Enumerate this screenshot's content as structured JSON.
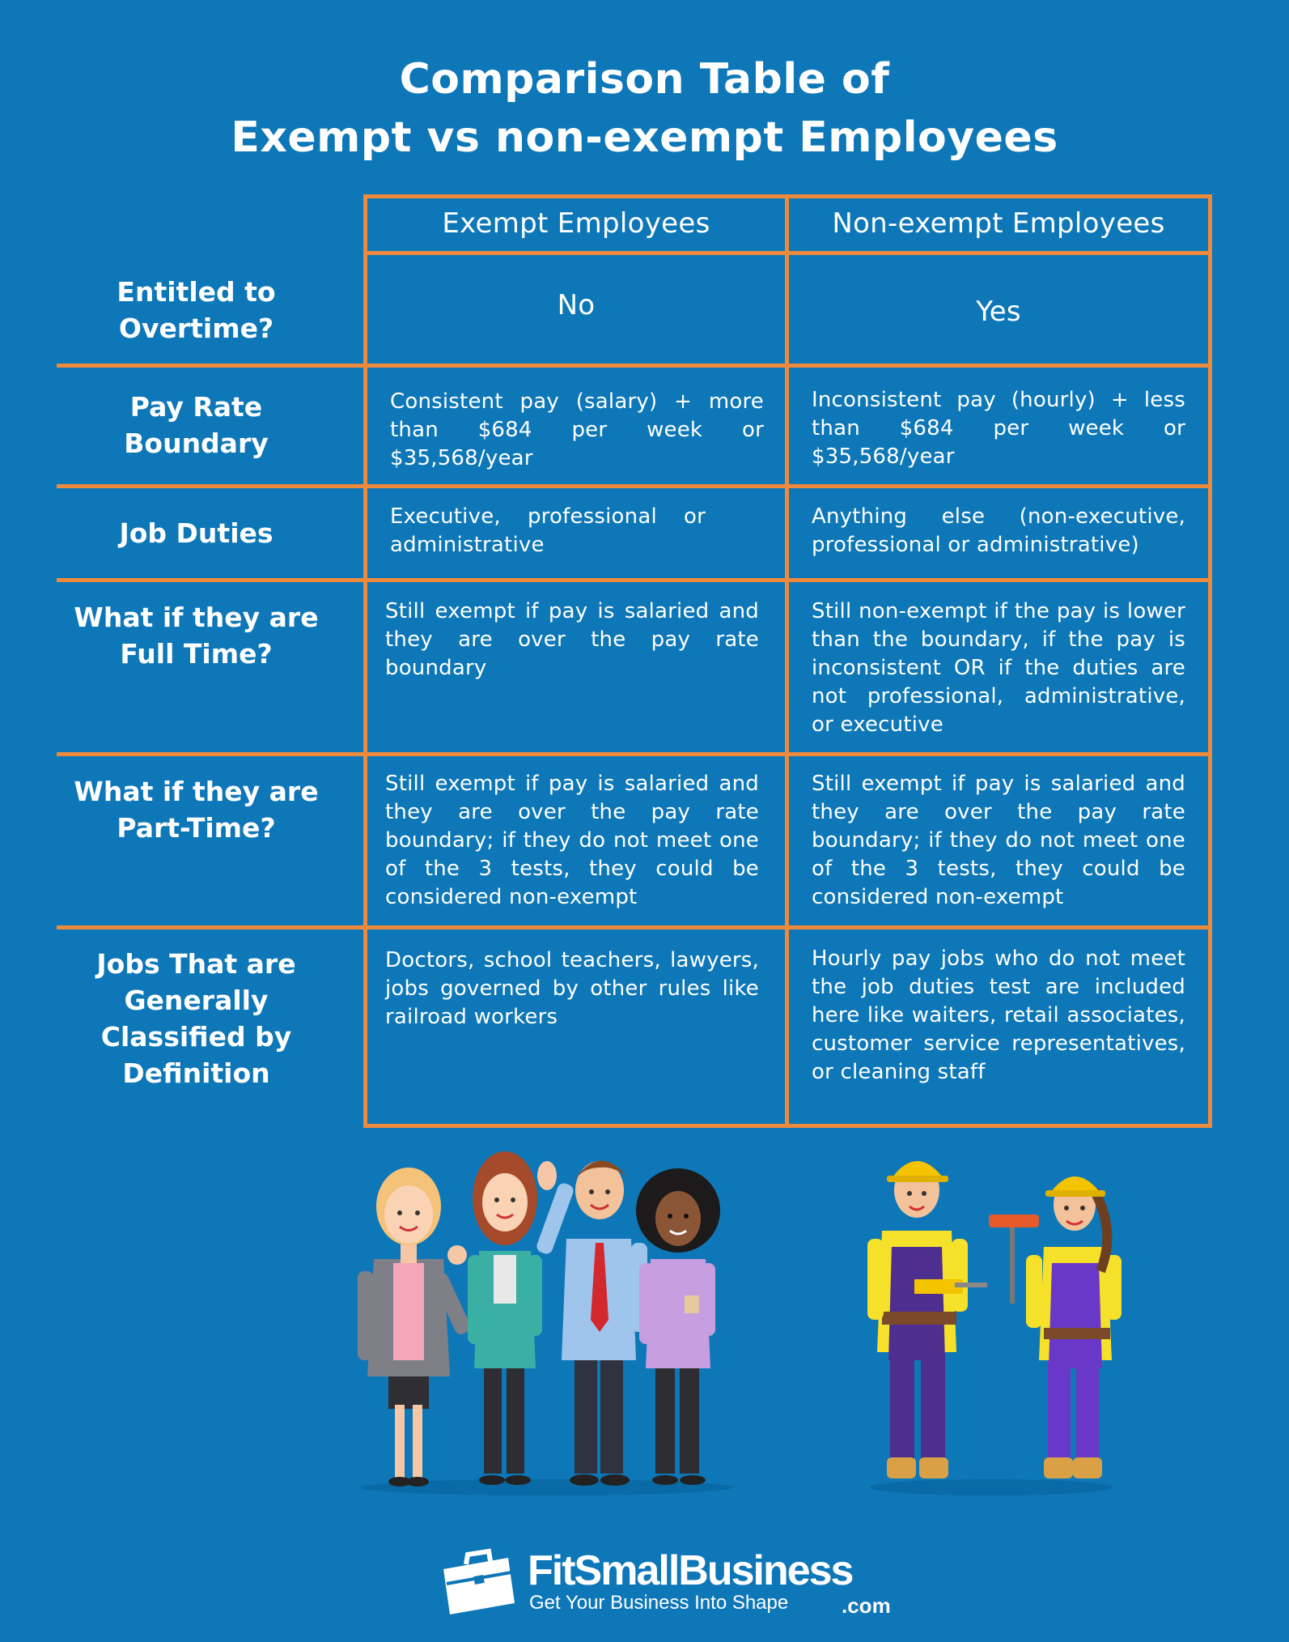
{
  "title": {
    "line1": "Comparison Table of",
    "line2": "Exempt vs non-exempt Employees"
  },
  "columns": {
    "exempt": "Exempt Employees",
    "nonexempt": "Non-exempt Employees"
  },
  "rows": [
    {
      "label": [
        "Entitled to",
        "Overtime?"
      ],
      "exempt": "No",
      "nonexempt": "Yes"
    },
    {
      "label": [
        "Pay Rate",
        "Boundary"
      ],
      "exempt": "Consistent pay (salary) + more than $684 per week or $35,568/year",
      "nonexempt": "Inconsistent pay (hourly) + less than $684 per week or $35,568/year"
    },
    {
      "label": [
        "Job Duties"
      ],
      "exempt": "Executive, professional or administrative",
      "nonexempt": "Anything else (non-executive, professional or administrative)"
    },
    {
      "label": [
        "What if they are",
        "Full Time?"
      ],
      "exempt": "Still exempt if pay is salaried and they are over the pay rate boundary",
      "nonexempt": "Still non-exempt if the pay is lower than the boundary, if the pay is inconsistent OR if the duties are not professional, administrative, or executive"
    },
    {
      "label": [
        "What if they are",
        "Part-Time?"
      ],
      "exempt": "Still exempt if pay is salaried and they are over the pay rate boundary; if they do not meet one of the 3 tests, they could be considered non-exempt",
      "nonexempt": "Still exempt if pay is salaried and they are over the pay rate boundary; if they do not meet one of the 3 tests, they could be considered non-exempt"
    },
    {
      "label": [
        "Jobs That are",
        "Generally",
        "Classified by",
        "Definition"
      ],
      "exempt": "Doctors, school teachers, lawyers, jobs governed by other rules like railroad workers",
      "nonexempt": "Hourly pay jobs who do not meet the job duties test are included here like waiters, retail associates, customer service representatives, or cleaning staff"
    }
  ],
  "logo": {
    "name": "FitSmallBusiness",
    "suffix": ".com",
    "tagline": "Get Your Business Into Shape"
  },
  "colors": {
    "background": "#0d77b8",
    "grid": "#ee8a3c",
    "text": "#ffffff"
  }
}
